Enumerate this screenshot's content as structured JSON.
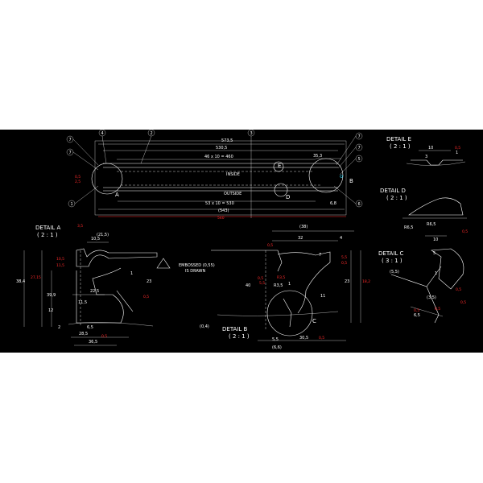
{
  "main_view": {
    "dim_overall": "573,5",
    "dim_530": "530,5",
    "dim_holes": "46 x 10 = 460",
    "label_inside": "INSIDE",
    "label_outside": "OUTSIDE",
    "dim_bottom_holes": "53 x 10 = 530",
    "dim_543": "(543)",
    "dim_540": "540",
    "dim_35_3": "35,3",
    "dim_6_8": "6,8",
    "red_dim_left_a": "0,5",
    "red_dim_left_b": "2,5",
    "label_A": "A",
    "label_B": "B",
    "label_D": "D",
    "label_E": "E",
    "balloons": [
      "7",
      "7",
      "4",
      "2",
      "3",
      "1",
      "7",
      "7",
      "5",
      "6"
    ]
  },
  "detail_a": {
    "title": "DETAIL A",
    "scale": "( 2 : 1 )",
    "dims": [
      "(21,5)",
      "10,5",
      "22,5",
      "11,5",
      "28,5",
      "36,5",
      "23",
      "39,9",
      "38,4",
      "12",
      "2",
      "6,5",
      "1"
    ],
    "red_dims": [
      "3,5",
      "10,5",
      "11,5",
      "27,15",
      "0,5",
      "0,5"
    ]
  },
  "detail_b": {
    "title": "DETAIL B",
    "scale": "( 2 : 1 )",
    "dims": [
      "(38)",
      "32",
      "4",
      "1",
      "R3,5",
      "7",
      "11",
      "40",
      "(0,4)",
      "5,5",
      "(6,6)",
      "30,5",
      "23"
    ],
    "red_dims": [
      "0,5",
      "R3,5",
      "0,5",
      "5,5",
      "5,5",
      "0,5",
      "18,2",
      "0,5"
    ],
    "label_C": "C"
  },
  "embossed_note": {
    "line1": "EMBOSSED (0,55)",
    "line2": "IS DRAWN"
  },
  "detail_e": {
    "title": "DETAIL E",
    "scale": "( 2 : 1 )",
    "dims": [
      "10",
      "3",
      "1"
    ],
    "red_dims": [
      "0,5"
    ]
  },
  "detail_d": {
    "title": "DETAIL D",
    "scale": "( 2 : 1 )",
    "dims": [
      "R6,5",
      "R6,5",
      "10"
    ],
    "red_dims": [
      "0,5"
    ]
  },
  "detail_c": {
    "title": "DETAIL C",
    "scale": "( 3 : 1 )",
    "dims": [
      "5",
      "1",
      "(5,5)",
      "(3,5)",
      "6,5"
    ],
    "red_dims": [
      "0,5",
      "0,5",
      "0,5",
      "0,5"
    ]
  }
}
